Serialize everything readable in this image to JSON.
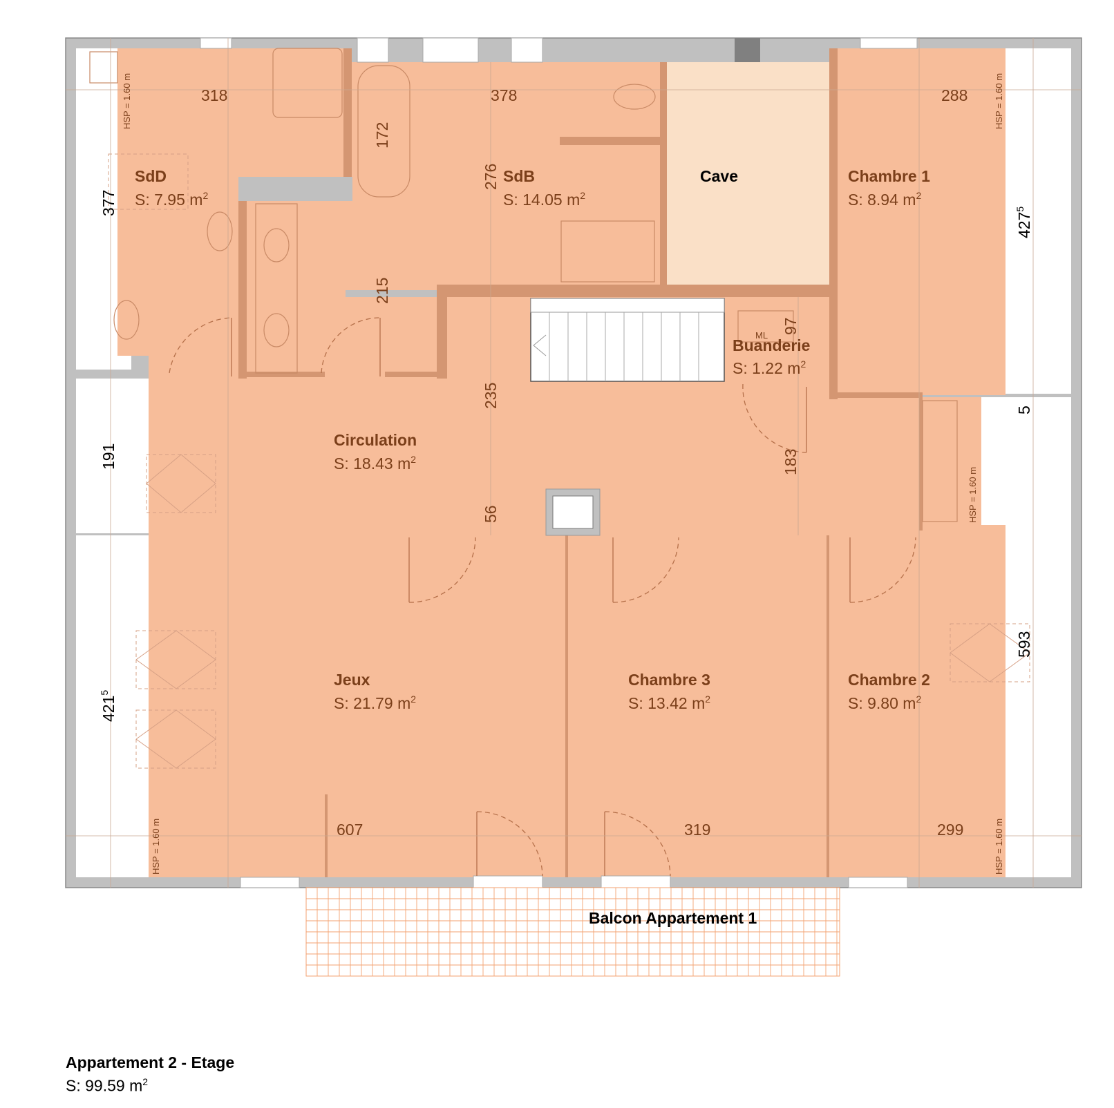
{
  "colors": {
    "room_fill": "#f7bd9a",
    "cave_fill": "#fae0c7",
    "wall_gray": "#c0c0c0",
    "wall_brown": "#d49672",
    "text_brown": "#7b3f1a",
    "balcony_grid": "#f3a271"
  },
  "rooms": {
    "sdd": {
      "name": "SdD",
      "area": "S: 7.95 m",
      "sup": "2"
    },
    "sdb": {
      "name": "SdB",
      "area": "S: 14.05 m",
      "sup": "2"
    },
    "cave": {
      "name": "Cave"
    },
    "chambre1": {
      "name": "Chambre 1",
      "area": "S: 8.94 m",
      "sup": "2"
    },
    "buanderie": {
      "name": "Buanderie",
      "area": "S: 1.22 m",
      "sup": "2",
      "ml": "ML"
    },
    "circulation": {
      "name": "Circulation",
      "area": "S: 18.43 m",
      "sup": "2"
    },
    "jeux": {
      "name": "Jeux",
      "area": "S: 21.79 m",
      "sup": "2"
    },
    "chambre3": {
      "name": "Chambre 3",
      "area": "S: 13.42 m",
      "sup": "2"
    },
    "chambre2": {
      "name": "Chambre 2",
      "area": "S: 9.80 m",
      "sup": "2"
    },
    "balcon": {
      "name": "Balcon Appartement 1"
    }
  },
  "dimensions": {
    "d318": "318",
    "d378": "378",
    "d288": "288",
    "d172": "172",
    "d276": "276",
    "d377": "377",
    "d427": "427",
    "d427_sup": "5",
    "d215": "215",
    "d97": "97",
    "d235": "235",
    "d191": "191",
    "d5": "5",
    "d183": "183",
    "d56": "56",
    "d593": "593",
    "d421": "421",
    "d421_sup": "5",
    "d607": "607",
    "d319": "319",
    "d299": "299"
  },
  "hsp_label": "HSP = 1.60 m",
  "footer": {
    "title": "Appartement 2 - Etage",
    "area": "S: 99.59 m",
    "sup": "2"
  }
}
